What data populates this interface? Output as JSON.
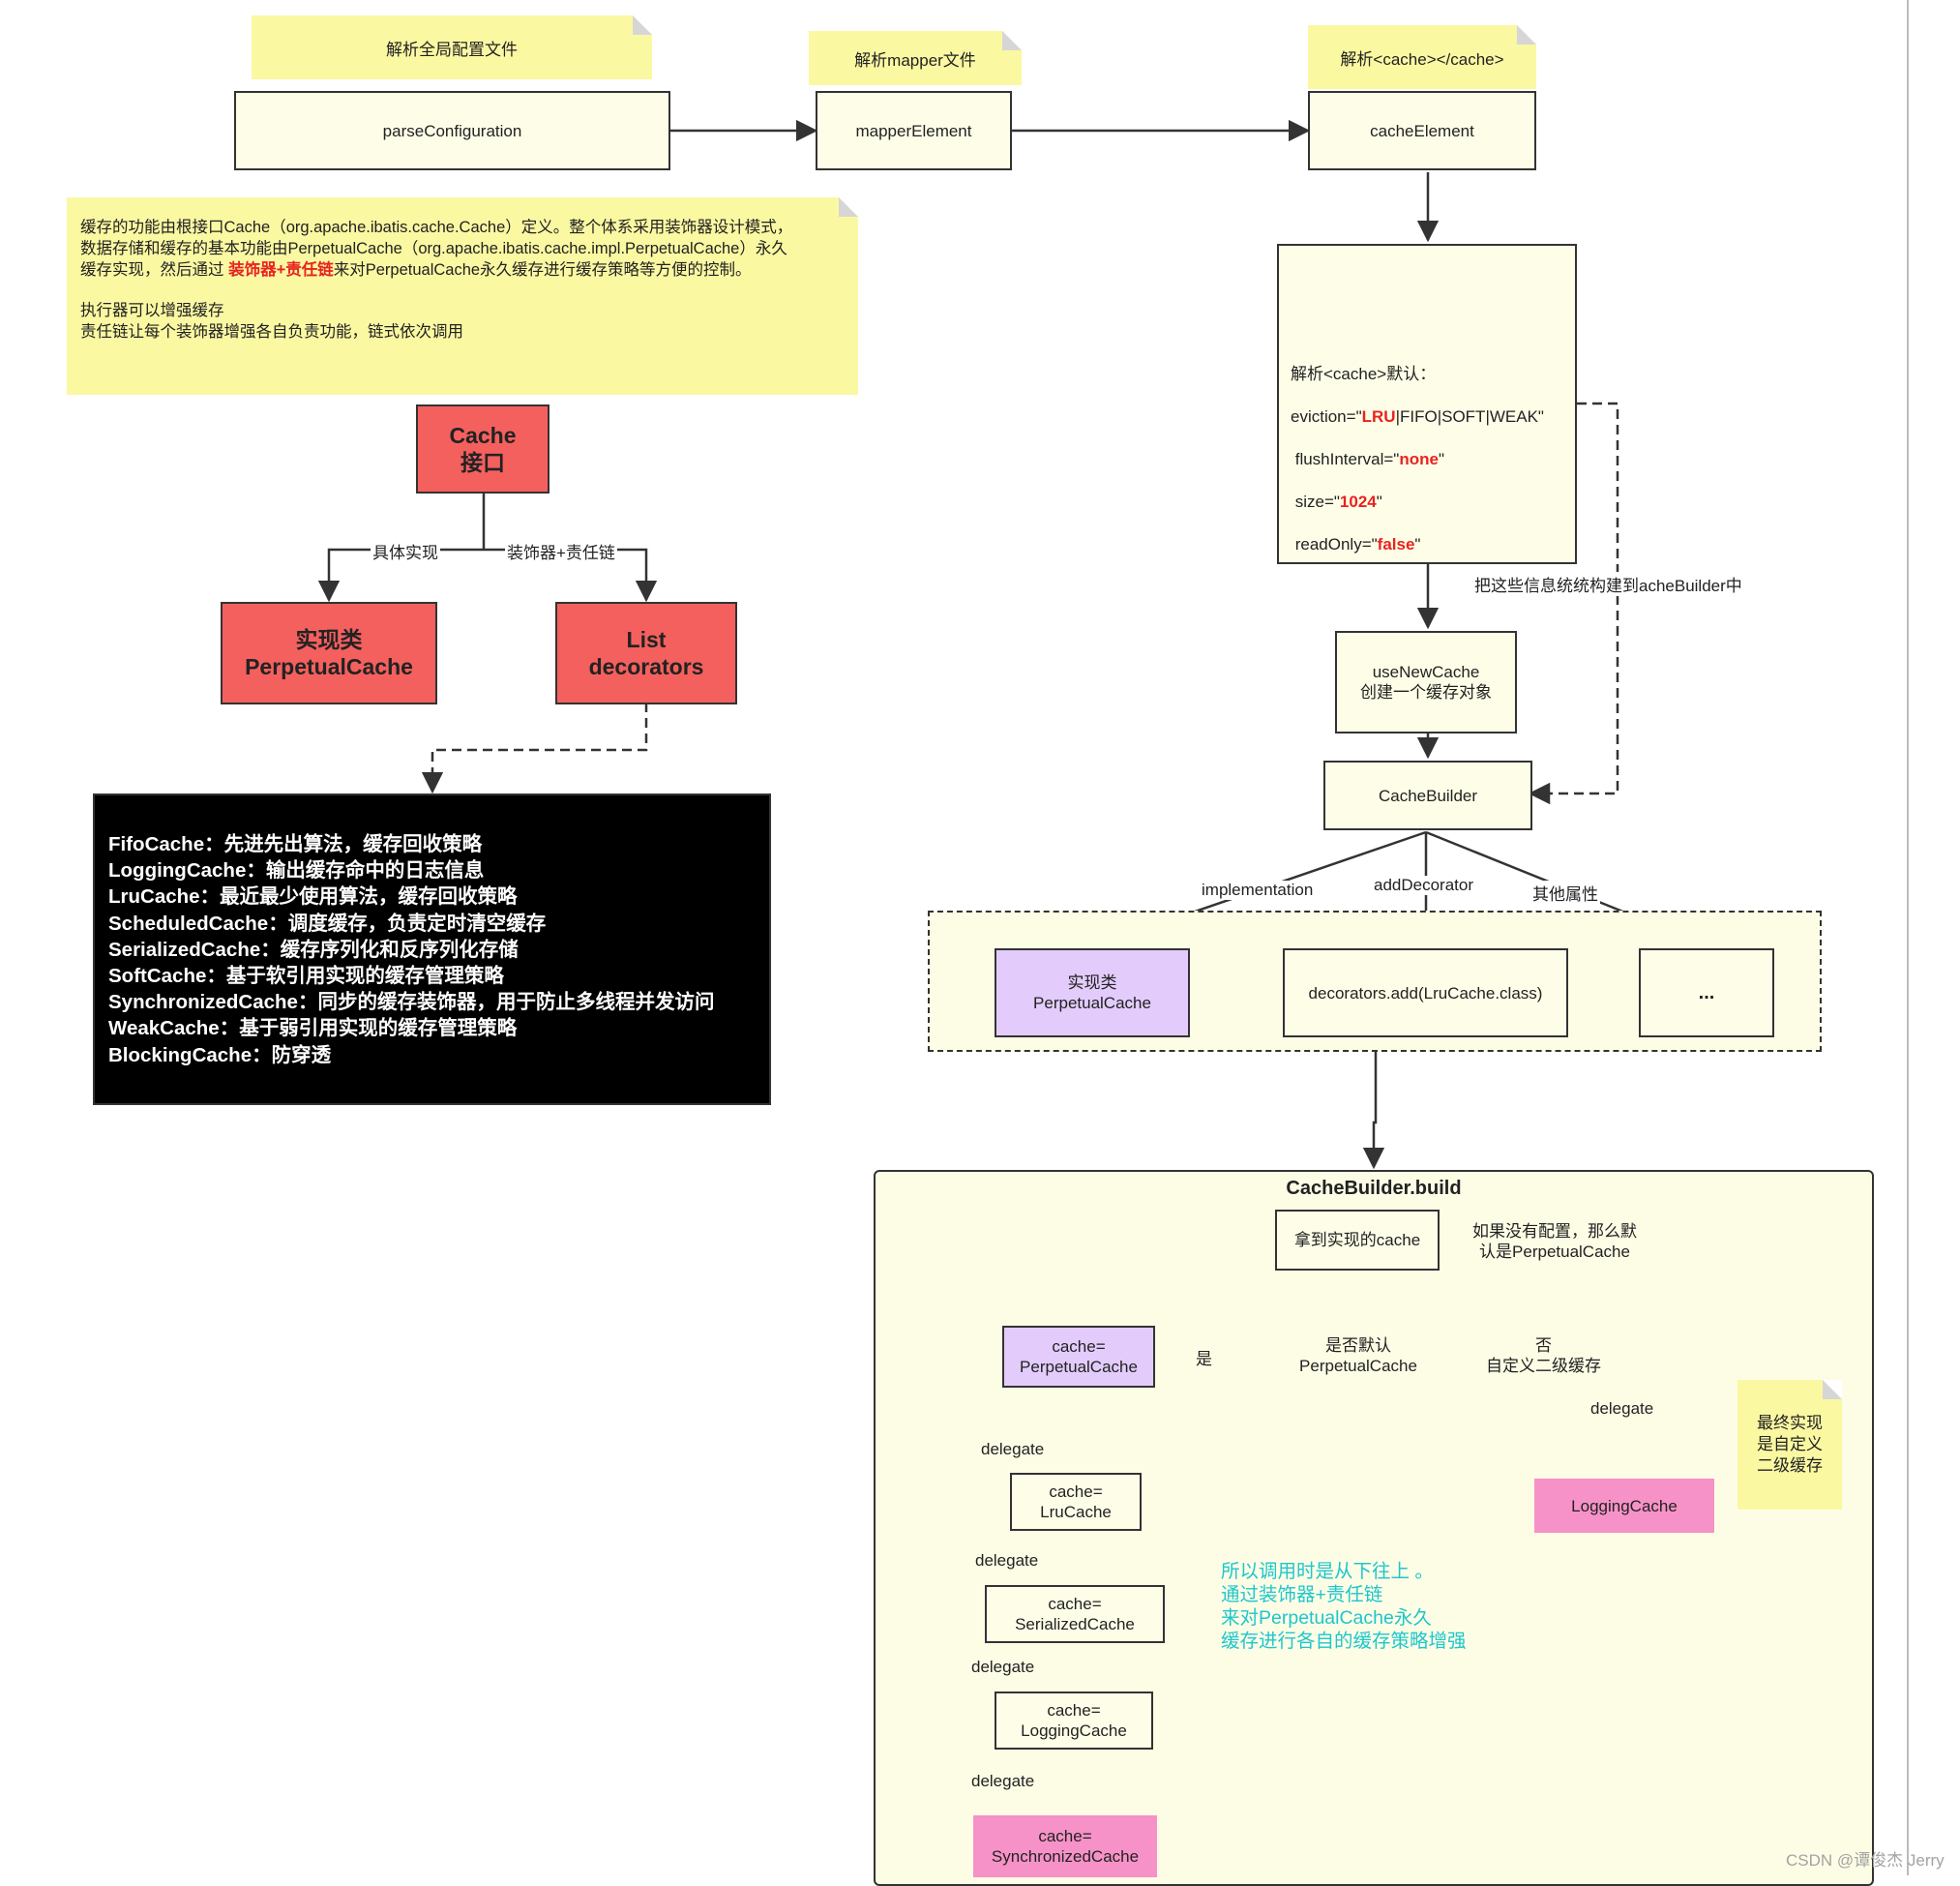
{
  "notes": {
    "parse_global": "解析全局配置文件",
    "parse_mapper": "解析mapper文件",
    "parse_cache": "解析<cache></cache>",
    "final_impl": "最终实现\n是自定义\n二级缓存"
  },
  "top_flow": {
    "parse_configuration": "parseConfiguration",
    "mapper_element": "mapperElement",
    "cache_element": "cacheElement"
  },
  "description": {
    "line1_a": "缓存的功能由根接口Cache（org.apache.ibatis.cache.Cache）定义。整个体系采用装饰器设计模式，",
    "line2": "数据存储和缓存的基本功能由PerpetualCache（org.apache.ibatis.cache.impl.PerpetualCache）永久",
    "line3_a": "缓存实现，然后通过 ",
    "line3_hl": "装饰器+责任链",
    "line3_b": "来对PerpetualCache永久缓存进行缓存策略等方便的控制。",
    "line4": "执行器可以增强缓存",
    "line5": "责任链让每个装饰器增强各自负责功能，链式依次调用"
  },
  "hierarchy": {
    "cache_interface": "Cache\n接口",
    "impl_label": "具体实现",
    "decorator_label": "装饰器+责任链",
    "perpetual": "实现类\nPerpetualCache",
    "decorators": "List\ndecorators"
  },
  "decorator_list": [
    "FifoCache：先进先出算法，缓存回收策略",
    "LoggingCache：输出缓存命中的日志信息",
    "LruCache：最近最少使用算法，缓存回收策略",
    "ScheduledCache：调度缓存，负责定时清空缓存",
    "SerializedCache：缓存序列化和反序列化存储",
    "SoftCache：基于软引用实现的缓存管理策略",
    "SynchronizedCache：同步的缓存装饰器，用于防止多线程并发访问",
    "WeakCache：基于弱引用实现的缓存管理策略",
    "BlockingCache：防穿透"
  ],
  "cache_defaults": {
    "header": "解析<cache>默认：",
    "eviction_a": "eviction=\"",
    "eviction_hl": "LRU",
    "eviction_b": "|FIFO|SOFT|WEAK\"",
    "flush_a": " flushInterval=\"",
    "flush_hl": "none",
    "flush_b": "\"",
    "size_a": " size=\"",
    "size_hl": "1024",
    "size_b": "\"",
    "readonly_a": " readOnly=\"",
    "readonly_hl": "false",
    "readonly_b": "\""
  },
  "builder": {
    "gather_label": "把这些信息统统构建到acheBuilder中",
    "use_new_cache": "useNewCache\n创建一个缓存对象",
    "cache_builder": "CacheBuilder",
    "implementation_label": "implementation",
    "add_decorator_label": "addDecorator",
    "other_props_label": "其他属性",
    "impl_box": "实现类\nPerpetualCache",
    "decorators_add": "decorators.add(LruCache.class)",
    "ellipsis": "..."
  },
  "build": {
    "title": "CacheBuilder.build",
    "get_impl": "拿到实现的cache",
    "default_note": "如果没有配置，那么默\n认是PerpetualCache",
    "decision": "是否默认\nPerpetualCache",
    "yes": "是",
    "no": "否\n自定义二级缓存",
    "delegate": "delegate",
    "chain": [
      "cache=\nPerpetualCache",
      "cache=\nLruCache",
      "cache=\nSerializedCache",
      "cache=\nLoggingCache",
      "cache=\nSynchronizedCache"
    ],
    "logging_cache": "LoggingCache",
    "summary": "所以调用时是从下往上 。\n通过装饰器+责任链\n来对PerpetualCache永久\n缓存进行各自的缓存策略增强"
  },
  "watermark": "CSDN @谭俊杰 Jerry"
}
